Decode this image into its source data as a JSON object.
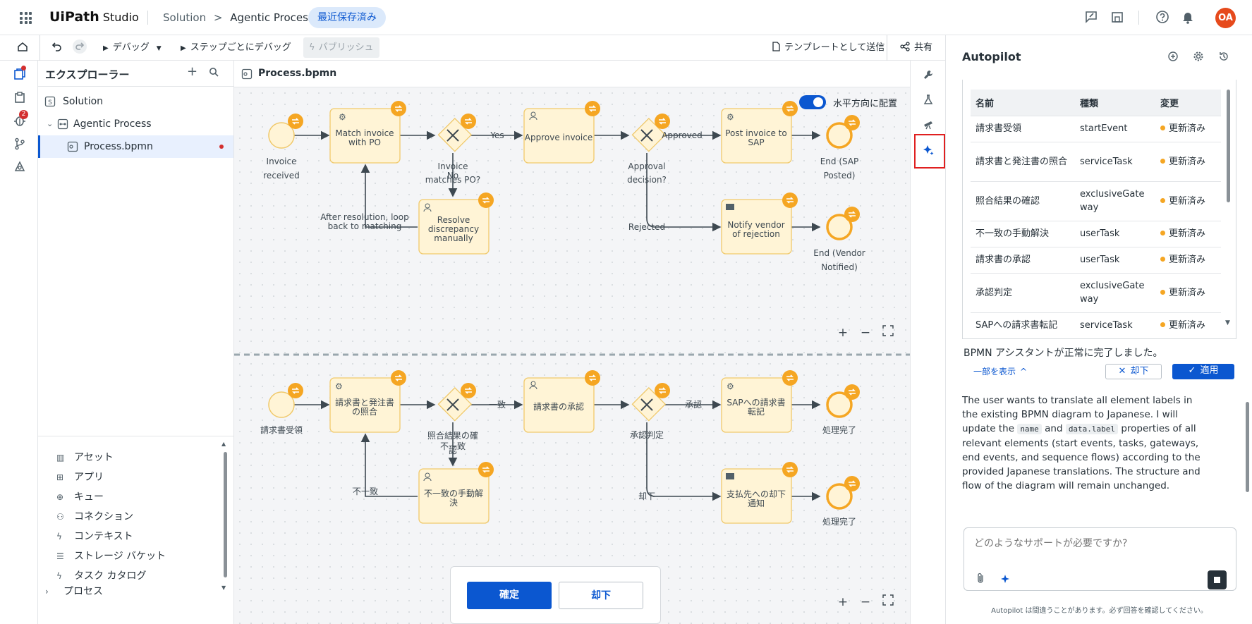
{
  "header": {
    "logo": "UiPath",
    "logo_suffix": "Studio",
    "breadcrumb_root": "Solution",
    "breadcrumb_sep": ">",
    "breadcrumb_current": "Agentic Process",
    "saved_badge": "最近保存済み",
    "avatar_initials": "OA"
  },
  "toolbar": {
    "debug": "デバッグ",
    "step_debug": "ステップごとにデバッグ",
    "publish": "パブリッシュ",
    "send_template": "テンプレートとして送信",
    "share": "共有"
  },
  "explorer": {
    "title": "エクスプローラー",
    "tree": [
      "Solution",
      "Agentic Process",
      "Process.bpmn"
    ],
    "assets": [
      "アセット",
      "アプリ",
      "キュー",
      "コネクション",
      "コンテキスト",
      "ストレージ バケット",
      "タスク カタログ",
      "プロセス"
    ],
    "debug_badge": "2"
  },
  "canvas": {
    "file_name": "Process.bpmn",
    "toggle_label": "水平方向に配置",
    "top": {
      "start": [
        "Invoice",
        "received"
      ],
      "match": [
        "Match invoice",
        "with PO"
      ],
      "gw1": [
        "Invoice",
        "matches PO?"
      ],
      "yes": "Yes",
      "no": "No",
      "approve": "Approve invoice",
      "gw2": [
        "Approval",
        "decision?"
      ],
      "approved": "Approved",
      "post": [
        "Post invoice to",
        "SAP"
      ],
      "end1": [
        "End (SAP",
        "Posted)"
      ],
      "resolve": [
        "Resolve",
        "discrepancy",
        "manually"
      ],
      "loop": [
        "After resolution, loop",
        "back to matching"
      ],
      "rejected": "Rejected",
      "notify": [
        "Notify vendor",
        "of rejection"
      ],
      "end2": [
        "End (Vendor",
        "Notified)"
      ]
    },
    "bottom": {
      "start": "請求書受領",
      "match": [
        "請求書と発注書",
        "の照合"
      ],
      "gw1": "照合結果の確",
      "gw1b": "認",
      "yes": "一致",
      "no": "不一致",
      "approve": "請求書の承認",
      "gw2": "承認判定",
      "approved": "承認",
      "post": [
        "SAPへの請求書",
        "転記"
      ],
      "end1": "処理完了",
      "resolve": [
        "不一致の手動解",
        "決"
      ],
      "loop": "不一致",
      "rejected": "却下",
      "notify": [
        "支払先への却下",
        "通知"
      ],
      "end2": "処理完了"
    },
    "confirm": "確定",
    "reject": "却下"
  },
  "autopilot": {
    "title": "Autopilot",
    "table_headers": [
      "名前",
      "種類",
      "変更"
    ],
    "rows": [
      {
        "name": "請求書受領",
        "type": "startEvent",
        "change": "更新済み"
      },
      {
        "name": "請求書と発注書の照合",
        "type": "serviceTask",
        "change": "更新済み"
      },
      {
        "name": "照合結果の確認",
        "type": "exclusiveGateway",
        "change": "更新済み"
      },
      {
        "name": "不一致の手動解決",
        "type": "userTask",
        "change": "更新済み"
      },
      {
        "name": "請求書の承認",
        "type": "userTask",
        "change": "更新済み"
      },
      {
        "name": "承認判定",
        "type": "exclusiveGateway",
        "change": "更新済み"
      },
      {
        "name": "SAPへの請求書転記",
        "type": "serviceTask",
        "change": "更新済み"
      }
    ],
    "success_msg": "BPMN アシスタントが正常に完了しました。",
    "show_less": "一部を表示",
    "reject_btn": "却下",
    "apply_btn": "適用",
    "explanation_1": "The user wants to translate all element labels in the existing BPMN diagram to Japanese. I will update the",
    "code_name": "name",
    "and": "and",
    "code_label": "data.label",
    "explanation_2": "properties of all relevant elements (start events, tasks, gateways, end events, and sequence flows) according to the provided Japanese translations. The structure and flow of the diagram will remain unchanged.",
    "placeholder": "どのようなサポートが必要ですか?",
    "disclaimer": "Autopilot は間違うことがあります。必ず回答を確認してください。"
  },
  "colors": {
    "accent": "#0b57d0",
    "node_fill": "#fff4d6",
    "node_stroke": "#f0c96b",
    "badge_orange": "#f5a623",
    "highlight": "#e02020"
  }
}
